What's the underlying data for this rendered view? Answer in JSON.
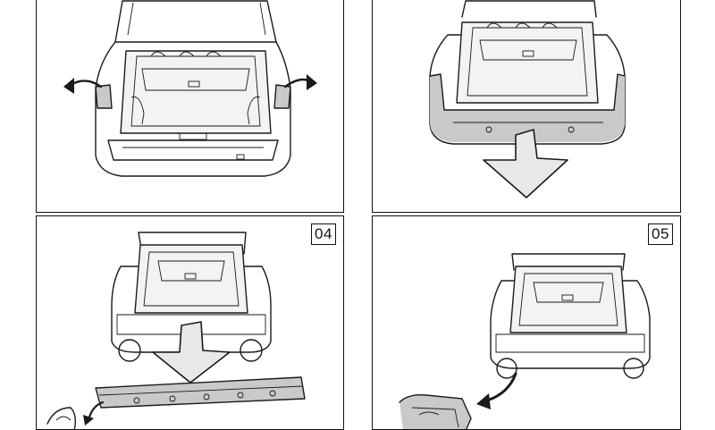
{
  "panels": [
    {
      "id": "step-02",
      "badge": ""
    },
    {
      "id": "step-03",
      "badge": ""
    },
    {
      "id": "step-04",
      "badge": "04"
    },
    {
      "id": "step-05",
      "badge": "05"
    }
  ],
  "colors": {
    "line": "#1a1a1a",
    "panel_border": "#111111",
    "highlight_shade": "#c9c9c9",
    "arrow_fill": "#e8e8e8"
  },
  "icons": {
    "side_arrows": "curved-arrow-icon",
    "down_arrow": "down-arrow-icon",
    "part_arrow": "curved-arrow-icon"
  }
}
